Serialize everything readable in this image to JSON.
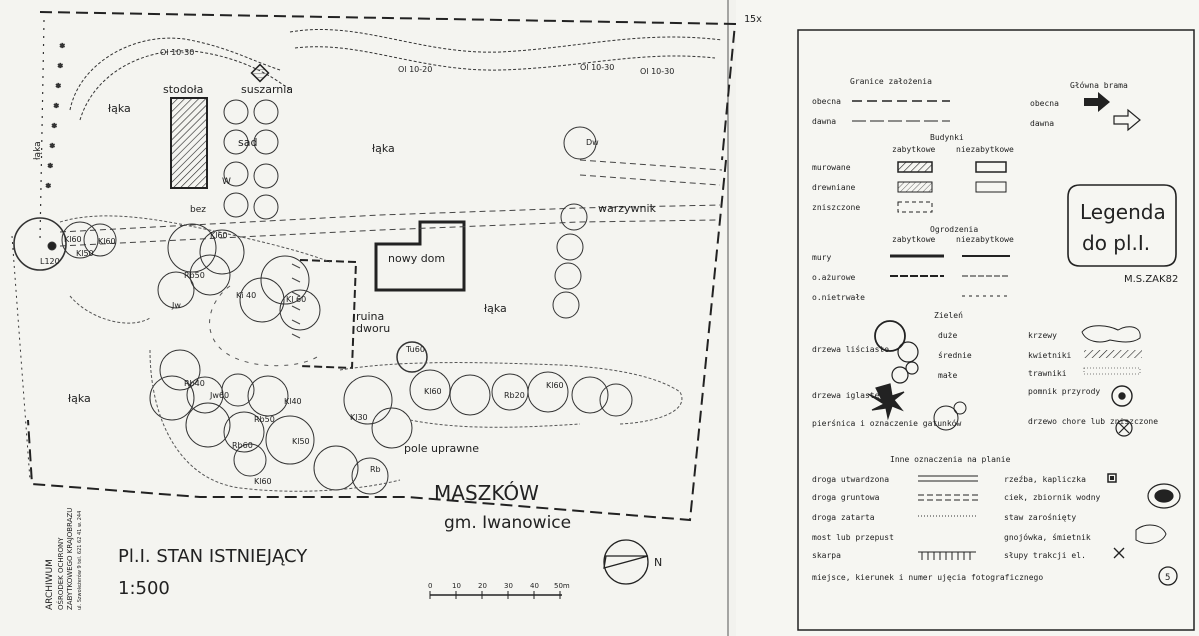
{
  "site_plan": {
    "title": "Pl.I. STAN ISTNIEJĄCY",
    "scale": "1:500",
    "place": "MASZKÓW",
    "commune": "gm. Iwanowice",
    "stamp": [
      "ARCHIWUM",
      "OŚRODEK OCHRONY",
      "ZABYTKOWEGO KRAJOBRAZU",
      "ul. Szwoleżerów 9 tel. 621 62 41 w. 244"
    ],
    "north": "N",
    "scalebar_ticks": [
      "0",
      "10",
      "20",
      "30",
      "40",
      "50m"
    ],
    "labels": {
      "stodola": "stodoła",
      "suszarnia": "suszarnia",
      "sad": "sad",
      "laka1": "łąka",
      "laka2": "łąka",
      "laka3": "łąka",
      "laka4": "łąka",
      "laka5": "łąka",
      "warzywnik": "warzywnik",
      "nowy_dom": "nowy dom",
      "ruina1": "ruina",
      "ruina2": "dworu",
      "pole": "pole uprawne",
      "bez": "bez",
      "w": "W"
    },
    "tree_tags": [
      "Ol 10-30",
      "Ol 10-20",
      "Ol 10-30",
      "Ol 10-30",
      "Dw",
      "L120",
      "Kl60",
      "Kl50",
      "Kl60",
      "Kl60",
      "Jw",
      "Rb50",
      "Ki 40",
      "Kl 60",
      "Tu60",
      "Rb40",
      "Jw60",
      "Rb50",
      "Kl40",
      "Kl50",
      "Rb60",
      "Kl30",
      "Rb20",
      "Kl60",
      "Kl60",
      "Rb",
      "Kl60"
    ]
  },
  "legend": {
    "page_number": "15x",
    "title_line1": "Legenda",
    "title_line2": "do pl.I.",
    "author": "M.S.ZAK82",
    "section_boundaries": "Granice założenia",
    "existing": "obecna",
    "former": "dawna",
    "section_gate": "Główna brama",
    "gate_existing": "obecna",
    "gate_former": "dawna",
    "section_buildings": "Budynki",
    "col_historic": "zabytkowe",
    "col_nonhistoric": "niezabytkowe",
    "b_masonry": "murowane",
    "b_wooden": "drewniane",
    "b_destroyed": "zniszczone",
    "section_fences": "Ogrodzenia",
    "f_walls": "mury",
    "f_openwork": "o.ażurowe",
    "f_temporary": "o.nietrwałe",
    "section_green": "Zieleń",
    "g_deciduous": "drzewa liściaste",
    "g_conifer": "drzewa iglaste",
    "g_base": "pierśnica i oznaczenie gatunków",
    "g_large": "duże",
    "g_medium": "średnie",
    "g_small": "małe",
    "g_shrubs": "krzewy",
    "g_flowerbeds": "kwietniki",
    "g_lawns": "trawniki",
    "g_monument": "pomnik przyrody",
    "g_diseased": "drzewo chore lub zniszczone",
    "section_other": "Inne oznaczenia na planie",
    "o_paved": "droga utwardzona",
    "o_dirt": "droga gruntowa",
    "o_erased": "droga zatarta",
    "o_bridge": "most lub przepust",
    "o_scarp": "skarpa",
    "o_sculpture": "rzeźba, kapliczka",
    "o_stream": "ciek, zbiornik wodny",
    "o_pond": "staw zarośnięty",
    "o_dump": "gnojówka, śmietnik",
    "o_poles": "słupy trakcji el.",
    "o_photo": "miejsce, kierunek i numer ujęcia fotograficznego",
    "photo_no": "5"
  }
}
